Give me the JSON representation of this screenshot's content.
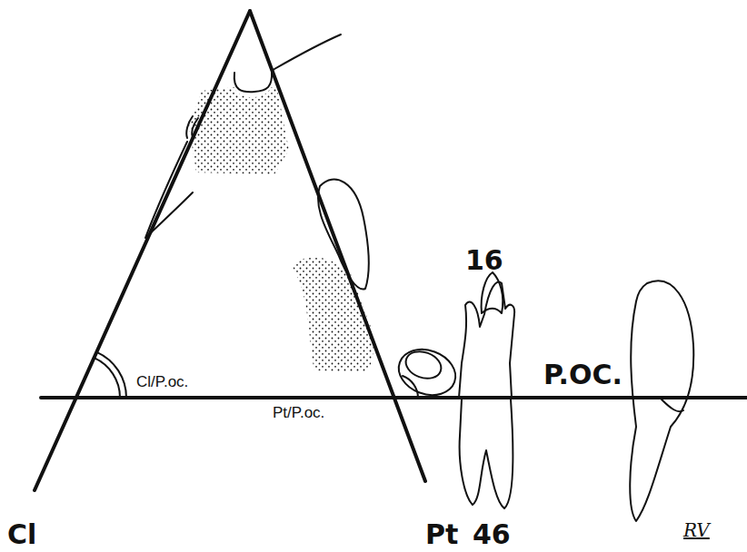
{
  "diagram": {
    "labels": [
      "16",
      "Cl/P.oc.",
      "P.OC.",
      "Pt/P.oc.",
      "Cl",
      "Pt",
      "46",
      "RV"
    ]
  }
}
